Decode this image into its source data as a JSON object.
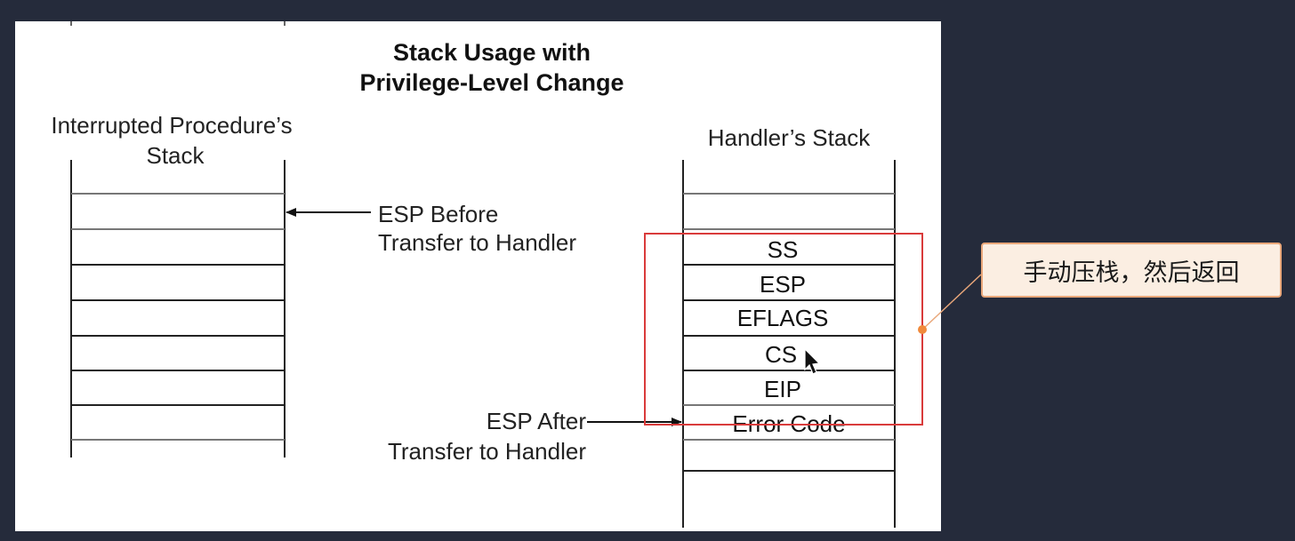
{
  "diagram": {
    "title_line1": "Stack Usage with",
    "title_line2": "Privilege-Level Change",
    "left_stack": {
      "label_line1": "Interrupted Procedure’s",
      "label_line2": "Stack"
    },
    "right_stack": {
      "label": "Handler’s Stack",
      "cells": [
        "SS",
        "ESP",
        "EFLAGS",
        "CS",
        "EIP",
        "Error Code"
      ]
    },
    "esp_before": {
      "line1": "ESP Before",
      "line2": "Transfer to Handler"
    },
    "esp_after": {
      "line1": "ESP After",
      "line2": "Transfer to Handler"
    }
  },
  "annotation": {
    "callout_text": "手动压栈，然后返回",
    "highlight_color": "#d93b3b",
    "callout_border_color": "#e9a77a",
    "callout_fill_color": "#fbeee2"
  }
}
